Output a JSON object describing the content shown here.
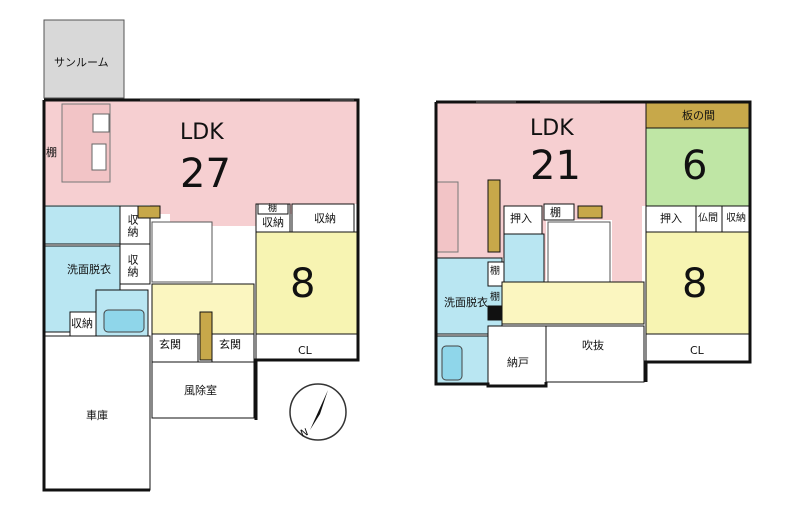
{
  "floor1": {
    "sunroom": "サンルーム",
    "ldk_label": "LDK",
    "ldk_size": "27",
    "tana": "棚",
    "shuno": "収納",
    "shuno_stack": "収\n納",
    "tana_small": "棚",
    "senmen": "洗面脱衣",
    "room_size": "8",
    "genkan": "玄関",
    "fujoshitsu": "風除室",
    "cl": "CL",
    "garage": "車庫"
  },
  "floor2": {
    "ldk_label": "LDK",
    "ldk_size": "21",
    "itanoma": "板の間",
    "washitsu_size": "6",
    "oshiire": "押入",
    "tana": "棚",
    "butsuma": "仏間",
    "shuno": "収納",
    "senmen": "洗面脱衣",
    "room_size": "8",
    "fukinuke": "吹抜",
    "nando": "納戸",
    "cl": "CL"
  },
  "compass": {
    "label": "N"
  },
  "colors": {
    "ldk": "#f6cfd1",
    "room": "#f7f4b2",
    "hall": "#fbf6c0",
    "wet": "#b9e6f2",
    "washitsu": "#bfe6a5",
    "itanoma": "#c7a84a",
    "sunroom": "#d8d8d8",
    "wall": "#111111"
  }
}
